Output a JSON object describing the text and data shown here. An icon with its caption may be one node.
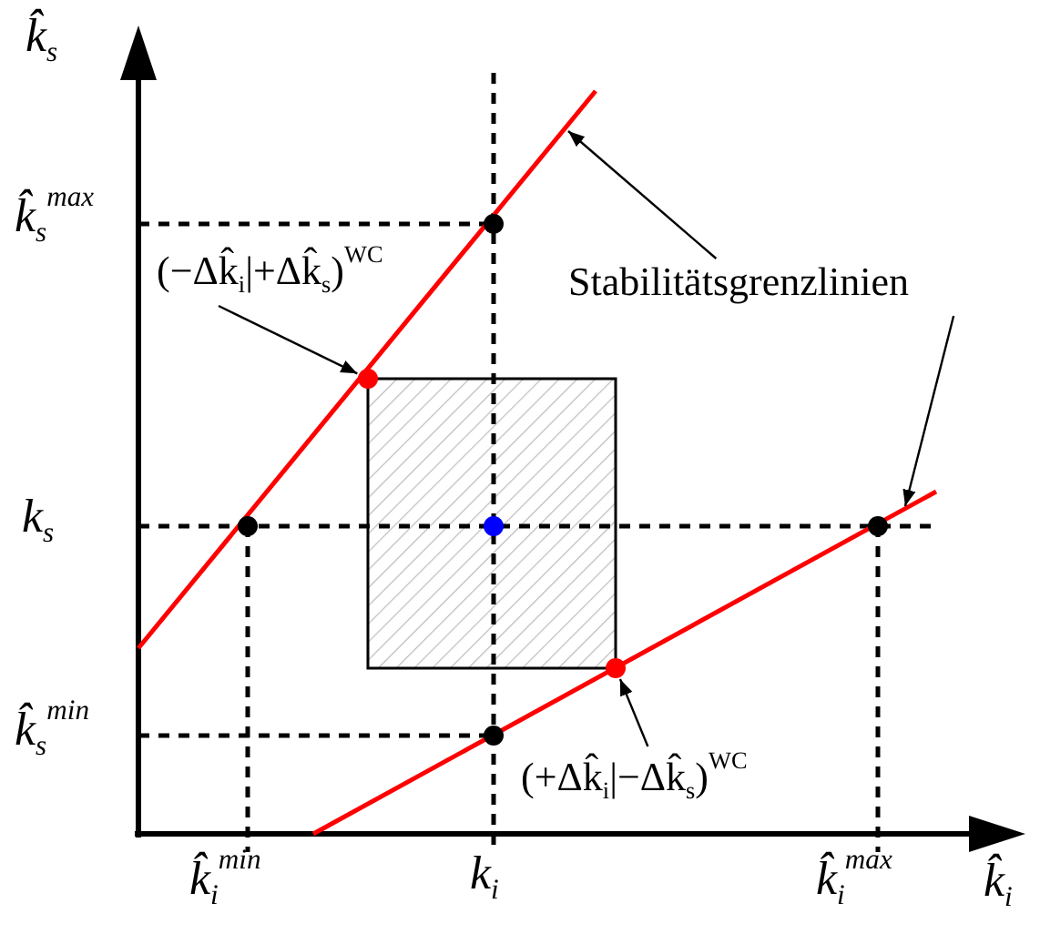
{
  "diagram": {
    "nodes": [
      {
        "text": [
          "Stabilitätsgrenzlinien"
        ]
      },
      {
        "text": [
          "(−Δk̂$_{i}$|+Δk̂$_{s}$)$^{WC}$"
        ]
      },
      {
        "text": [],
        "shape": "circle"
      },
      {
        "text": [
          "(+Δk̂$_{i}$|−Δk̂$_{s}$)$^{WC}$"
        ]
      },
      {
        "text": [],
        "shape": "circle"
      }
    ],
    "edges": [
      {
        "from": 0,
        "to": null,
        "arrow": "to"
      },
      {
        "from": 0,
        "to": null,
        "arrow": "to"
      },
      {
        "from": 1,
        "to": 2,
        "arrow": "to"
      },
      {
        "from": 3,
        "to": 4,
        "arrow": "to"
      }
    ],
    "labels": [
      "k̂$_{s}$",
      "k̂$_{s}$$^{max}$",
      "k$_{s}$",
      "k̂$_{s}$$^{min}$",
      "k̂$_{i}$$^{min}$",
      "k$_{i}$",
      "k̂$_{i}$$^{max}$",
      "k̂$_{i}$"
    ]
  }
}
